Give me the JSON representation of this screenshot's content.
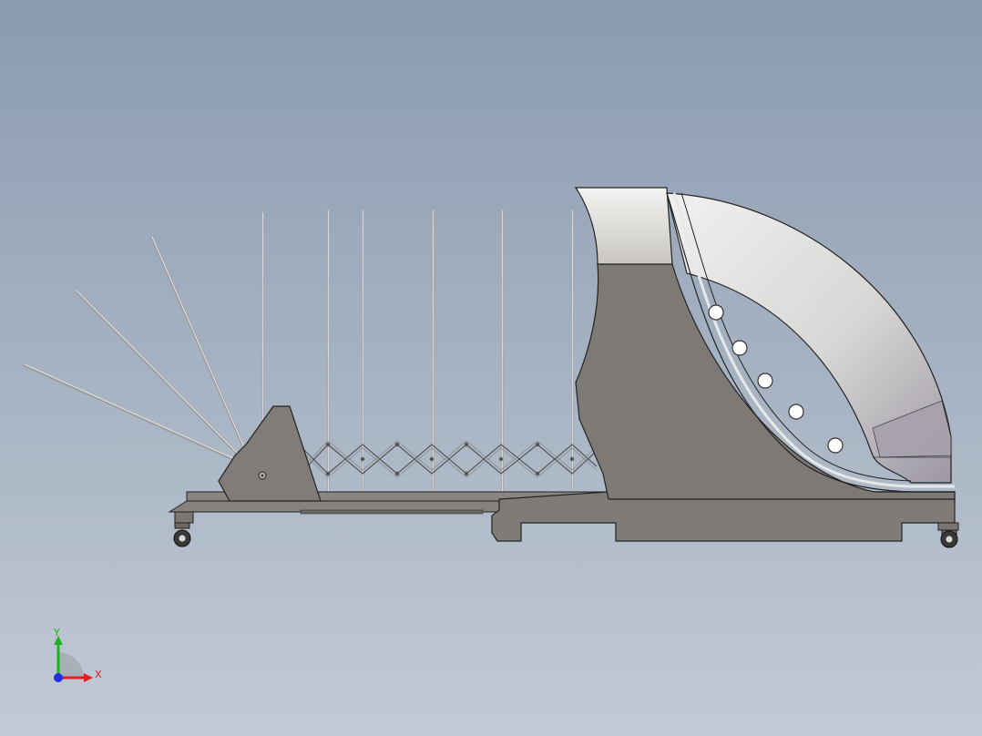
{
  "viewport": {
    "background_top": "#8a9bb0",
    "background_bottom": "#c2cad6"
  },
  "model": {
    "body_color": "#7d7a76",
    "shell_color": "#dcdad8",
    "edge_color": "#222222",
    "rod_color": "#b8b8b8",
    "port_count": 5,
    "vertical_rod_count": 6,
    "angled_rod_count": 3,
    "caster_count": 2
  },
  "triad": {
    "x_label": "X",
    "y_label": "Y",
    "x_color": "#e02020",
    "y_color": "#20b020",
    "z_color": "#2030e0"
  }
}
